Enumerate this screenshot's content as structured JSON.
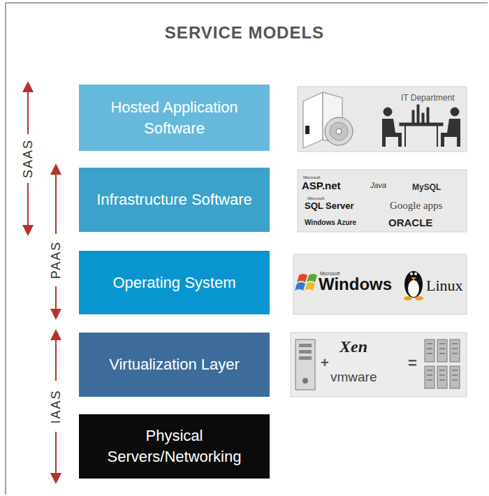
{
  "diagram": {
    "title": "SERVICE MODELS",
    "nodes": [
      {
        "text": [
          "Hosted Application Software"
        ]
      },
      {
        "text": [
          "Infrastructure Software"
        ]
      },
      {
        "text": [
          "Operating System"
        ]
      },
      {
        "text": [
          "Virtualization Layer"
        ]
      },
      {
        "text": [
          "Physical Servers/Networking"
        ]
      }
    ],
    "labels": [
      "SAAS",
      "PAAS",
      "IAAS",
      "IT Department",
      "Microsoft",
      "ASP.net",
      "Java",
      "MySQL",
      "Microsoft",
      "SQL Server",
      "Google apps",
      "Windows Azure",
      "ORACLE",
      "Microsoft",
      "Windows",
      "Linux",
      "Xen",
      "+",
      "vmware",
      "="
    ]
  }
}
